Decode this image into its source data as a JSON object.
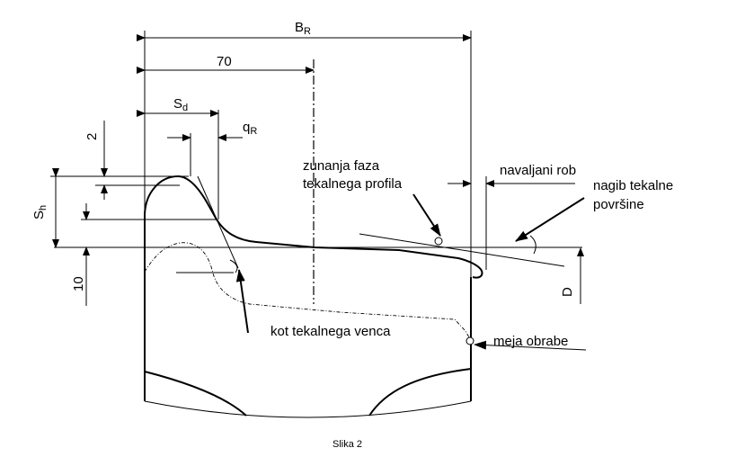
{
  "dimensions": {
    "br": {
      "main": "B",
      "sub": "R"
    },
    "seventy": "70",
    "sd": {
      "main": "S",
      "sub": "d"
    },
    "qr": {
      "main": "q",
      "sub": "R"
    },
    "two": "2",
    "sh": {
      "main": "S",
      "sub": "h"
    },
    "ten": "10",
    "d": "D"
  },
  "labels": {
    "outer_chamfer_line1": "zunanja faza",
    "outer_chamfer_line2": "tekalnega profila",
    "rolled_edge": "navaljani rob",
    "tread_slope_line1": "nagib tekalne",
    "tread_slope_line2": "površine",
    "flange_angle": "kot tekalnega venca",
    "wear_limit": "meja obrabe"
  },
  "caption": "Slika 2"
}
